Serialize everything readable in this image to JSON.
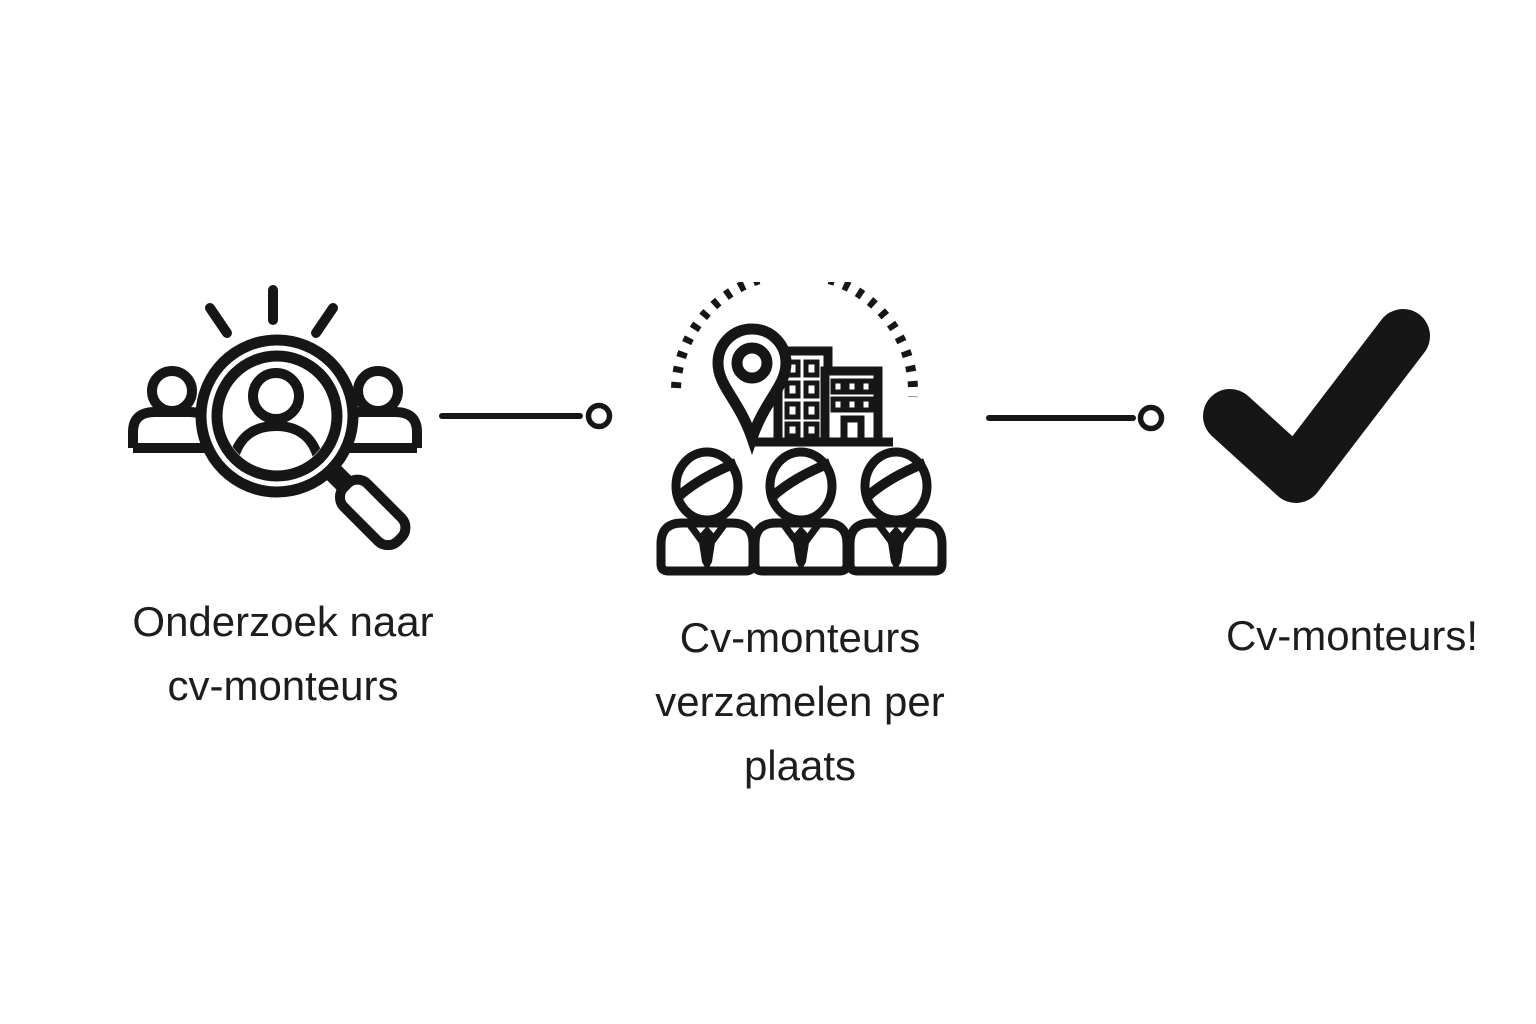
{
  "theme": {
    "background": "#ffffff",
    "ink": "#161616",
    "text": "#1d1d1d"
  },
  "diagram": {
    "type": "process-flow",
    "direction": "left-to-right",
    "steps": [
      {
        "order": 1,
        "label": "Onderzoek naar cv-monteurs",
        "icon": "people-search-icon"
      },
      {
        "order": 2,
        "label": "Cv-monteurs verzamelen per plaats",
        "icon": "location-workers-icon"
      },
      {
        "order": 3,
        "label": "Cv-monteurs!",
        "icon": "checkmark-icon"
      }
    ],
    "connector_style": "line-with-ring-end"
  }
}
